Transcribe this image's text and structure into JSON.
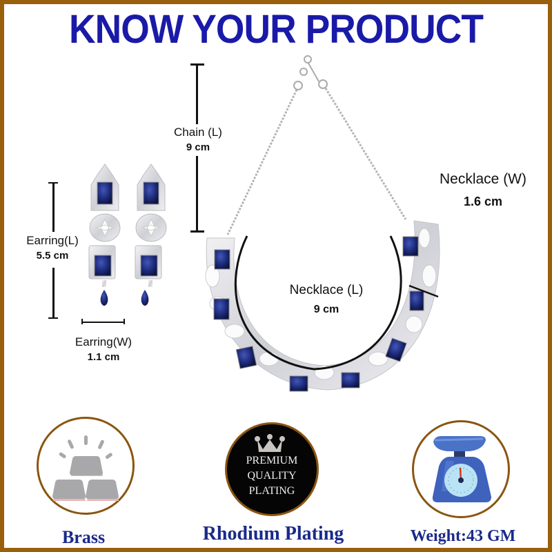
{
  "header": {
    "title": "KNOW YOUR PRODUCT"
  },
  "colors": {
    "frame": "#9a5f0a",
    "title": "#1a1aa8",
    "feature_text": "#1a2a8a",
    "gem": "#1c2a78",
    "metal": "#d8d8dc"
  },
  "measurements": {
    "chain_length": {
      "name": "Chain (L)",
      "value": "9 cm"
    },
    "earring_length": {
      "name": "Earring(L)",
      "value": "5.5 cm"
    },
    "earring_width": {
      "name": "Earring(W)",
      "value": "1.1 cm"
    },
    "necklace_width": {
      "name": "Necklace (W)",
      "value": "1.6 cm"
    },
    "necklace_length": {
      "name": "Necklace (L)",
      "value": "9 cm"
    }
  },
  "features": [
    {
      "label": "Brass",
      "icon": "brass-bars-icon"
    },
    {
      "label": "Rhodium Plating",
      "icon": "premium-quality-plating-badge",
      "badge_lines": [
        "PREMIUM",
        "QUALITY",
        "PLATING"
      ]
    },
    {
      "label": "Weight:43 GM",
      "icon": "weighing-scale-icon"
    }
  ]
}
